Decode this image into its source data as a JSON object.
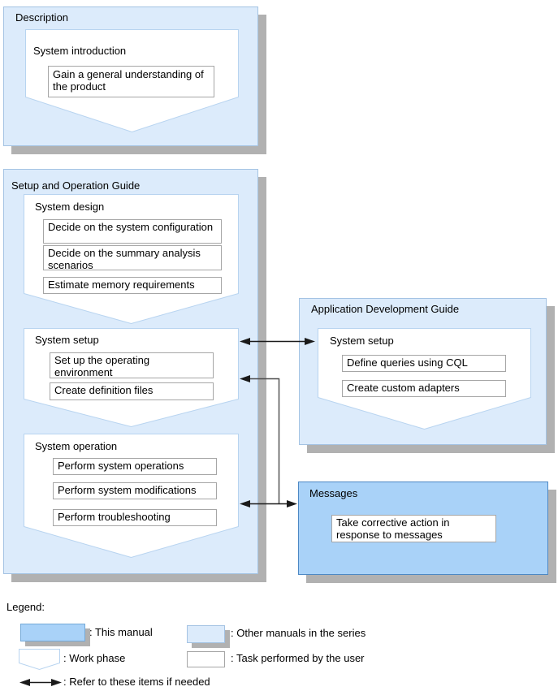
{
  "diagram": {
    "boxes": [
      {
        "title": "Description",
        "kind": "other-manual",
        "phases": [
          {
            "label": "System introduction",
            "tasks": [
              "Gain a general understanding of the product"
            ]
          }
        ]
      },
      {
        "title": "Setup and Operation Guide",
        "kind": "other-manual",
        "phases": [
          {
            "label": "System design",
            "tasks": [
              "Decide on the system configuration",
              "Decide on the summary analysis scenarios",
              "Estimate memory requirements"
            ]
          },
          {
            "label": "System setup",
            "tasks": [
              "Set up the operating environment",
              "Create definition files"
            ]
          },
          {
            "label": "System operation",
            "tasks": [
              "Perform system operations",
              "Perform system modifications",
              "Perform troubleshooting"
            ]
          }
        ]
      },
      {
        "title": "Application Development Guide",
        "kind": "other-manual",
        "phases": [
          {
            "label": "System setup",
            "tasks": [
              "Define queries using CQL",
              "Create custom adapters"
            ]
          }
        ]
      },
      {
        "title": "Messages",
        "kind": "this-manual",
        "tasks": [
          "Take corrective action in response to messages"
        ]
      }
    ],
    "legend": {
      "title": "Legend:",
      "items": [
        {
          "swatch": "this-manual",
          "label": ": This manual"
        },
        {
          "swatch": "other-manual",
          "label": ": Other manuals in the series"
        },
        {
          "swatch": "work-phase",
          "label": ": Work phase"
        },
        {
          "swatch": "task",
          "label": ": Task performed by the user"
        },
        {
          "swatch": "refer-arrow",
          "label": ": Refer to these items if needed"
        }
      ]
    },
    "colors": {
      "other_manual_fill": "#dcebfb",
      "other_manual_border": "#a4c3e3",
      "this_manual_fill": "#a9d2f8",
      "this_manual_border": "#4d88c4",
      "work_phase_border": "#b8d4f0",
      "task_border": "#a6a6a6",
      "shadow": "#b1b1b1",
      "arrow": "#1a1a1a"
    }
  }
}
